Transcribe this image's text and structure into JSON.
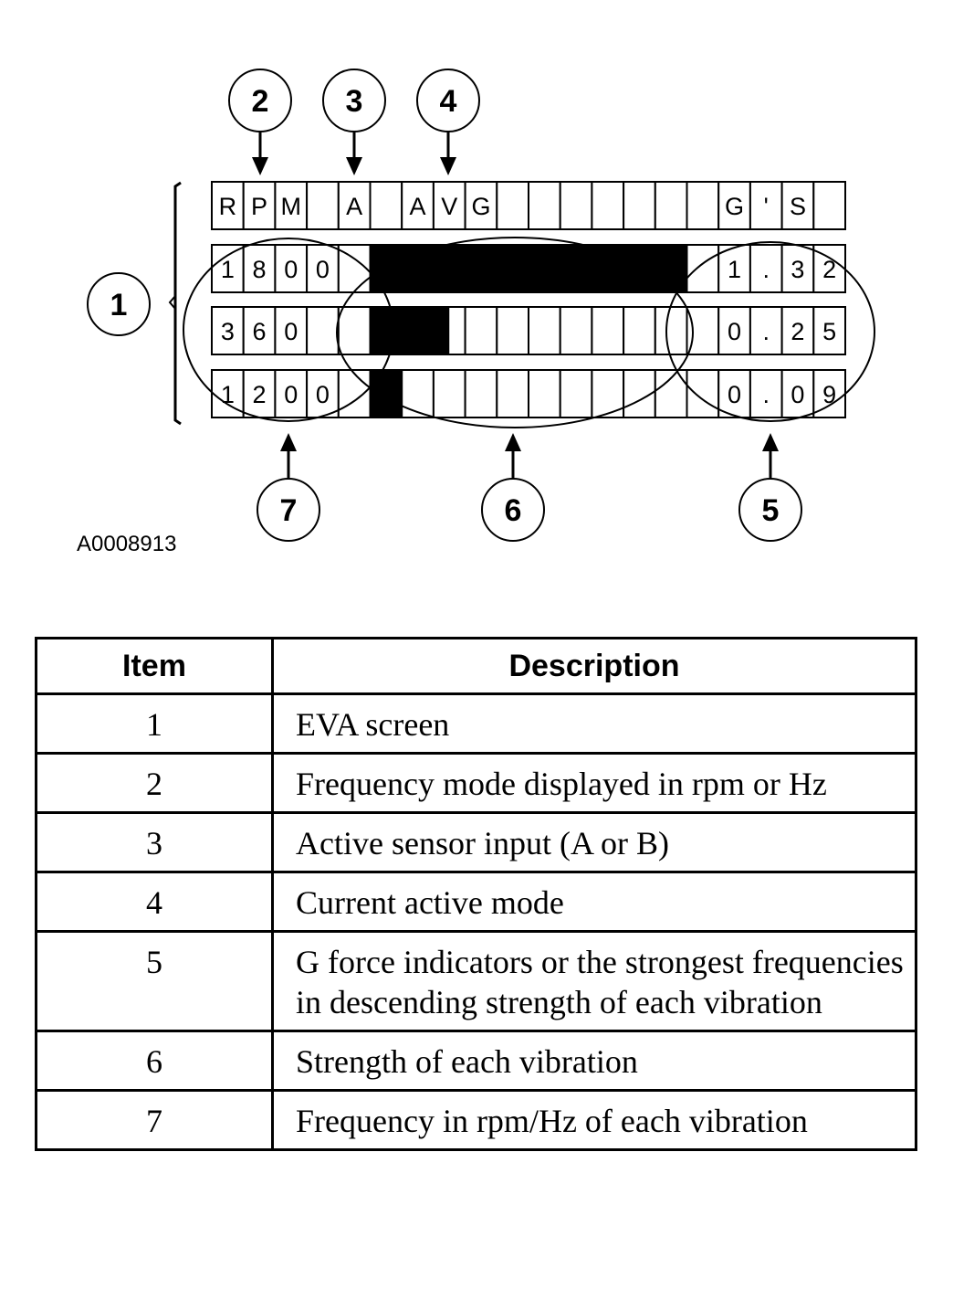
{
  "figure_id": "A0008913",
  "display": {
    "header_chars": [
      "R",
      "P",
      "M",
      "",
      "A",
      "",
      "A",
      "V",
      "G",
      "",
      "",
      "",
      "",
      "",
      "",
      "",
      "G",
      "'",
      "S"
    ],
    "rows": [
      {
        "left_chars": [
          "1",
          "8",
          "0",
          "0"
        ],
        "bar_cells": 10,
        "right_chars": [
          "1",
          ".",
          "3",
          "2"
        ]
      },
      {
        "left_chars": [
          "3",
          "6",
          "0",
          ""
        ],
        "bar_cells": 2.5,
        "right_chars": [
          "0",
          ".",
          "2",
          "5"
        ]
      },
      {
        "left_chars": [
          "1",
          "2",
          "0",
          "0"
        ],
        "bar_cells": 1,
        "right_chars": [
          "0",
          ".",
          "0",
          "9"
        ]
      }
    ],
    "bar_total_cells": 10
  },
  "callouts": {
    "c1": "1",
    "c2": "2",
    "c3": "3",
    "c4": "4",
    "c5": "5",
    "c6": "6",
    "c7": "7"
  },
  "table": {
    "headers": [
      "Item",
      "Description"
    ],
    "rows": [
      {
        "item": "1",
        "description": "EVA screen"
      },
      {
        "item": "2",
        "description": "Frequency mode displayed in rpm or Hz"
      },
      {
        "item": "3",
        "description": "Active sensor input (A or B)"
      },
      {
        "item": "4",
        "description": "Current active mode"
      },
      {
        "item": "5",
        "description": "G force indicators or the strongest frequencies in descending strength of each vibration"
      },
      {
        "item": "6",
        "description": "Strength of each vibration"
      },
      {
        "item": "7",
        "description": "Frequency in rpm/Hz of each vibration"
      }
    ]
  }
}
